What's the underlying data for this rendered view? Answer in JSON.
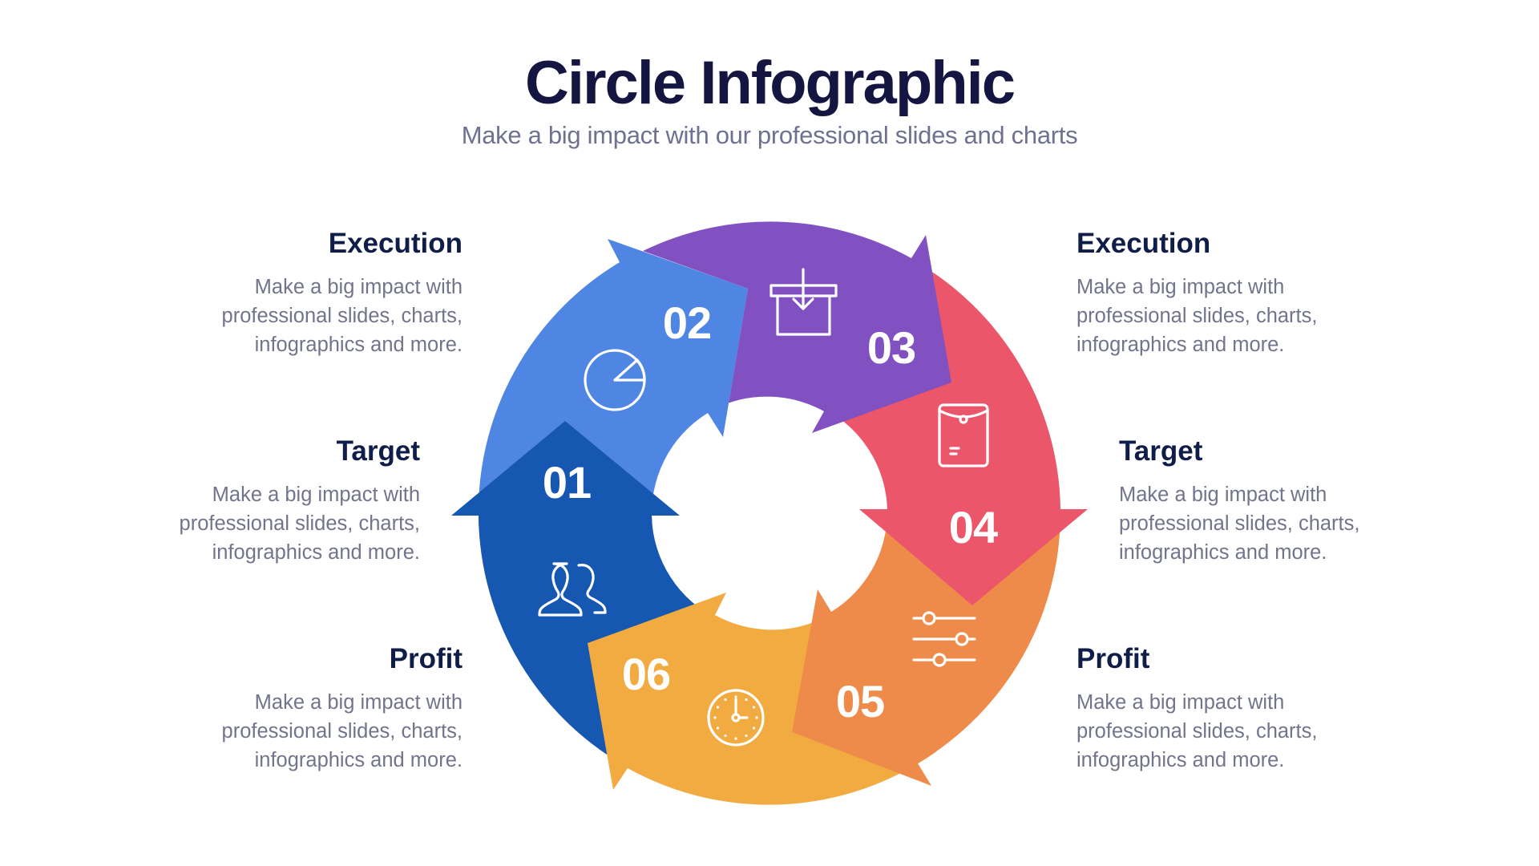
{
  "header": {
    "title": "Circle Infographic",
    "subtitle": "Make a big impact with our professional slides and charts"
  },
  "colors": {
    "step01": "#1657B1",
    "step02": "#4F86E3",
    "step03": "#8150C1",
    "step04": "#EB566B",
    "step05": "#EE8B4A",
    "step06": "#F2AB40",
    "heading": "#0F1D48",
    "body": "#72748C"
  },
  "steps": [
    {
      "number": "01",
      "icon": "users-icon"
    },
    {
      "number": "02",
      "icon": "pie-chart-icon"
    },
    {
      "number": "03",
      "icon": "inbox-download-icon"
    },
    {
      "number": "04",
      "icon": "envelope-tablet-icon"
    },
    {
      "number": "05",
      "icon": "sliders-icon"
    },
    {
      "number": "06",
      "icon": "clock-icon"
    }
  ],
  "left_blocks": [
    {
      "heading": "Execution",
      "lines": [
        "Make a big impact with",
        "professional slides, charts,",
        "infographics and more."
      ]
    },
    {
      "heading": "Target",
      "lines": [
        "Make a big impact with",
        "professional slides, charts,",
        "infographics and more."
      ]
    },
    {
      "heading": "Profit",
      "lines": [
        "Make a big impact with",
        "professional slides, charts,",
        "infographics and more."
      ]
    }
  ],
  "right_blocks": [
    {
      "heading": "Execution",
      "lines": [
        "Make a big impact with",
        "professional slides, charts,",
        "infographics and more."
      ]
    },
    {
      "heading": "Target",
      "lines": [
        "Make a big impact with",
        "professional slides, charts,",
        "infographics and more."
      ]
    },
    {
      "heading": "Profit",
      "lines": [
        "Make a big impact with",
        "professional slides, charts,",
        "infographics and more."
      ]
    }
  ]
}
